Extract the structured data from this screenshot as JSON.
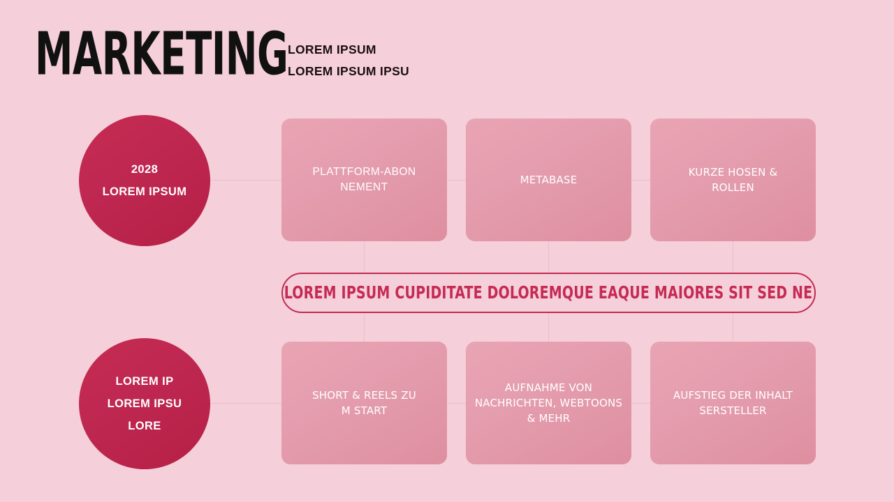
{
  "header": {
    "title": "MARKETING",
    "subtitle_line1": "LOREM IPSUM",
    "subtitle_line2": "LOREM IPSUM IPSU"
  },
  "colors": {
    "background": "#f5cfd9",
    "circle_fill": "#be2750",
    "box_fill": "#e49dae",
    "accent": "#c52a54",
    "connector": "#edbccb",
    "text_light": "#ffffff",
    "title_text": "#111111"
  },
  "circles": [
    {
      "id": "circle-top",
      "lines": [
        "2028",
        "LOREM IPSUM"
      ]
    },
    {
      "id": "circle-bottom",
      "lines": [
        "LOREM IP",
        "LOREM IPSU",
        "LORE"
      ]
    }
  ],
  "top_row": [
    {
      "id": "box-t1",
      "label": "PLATTFORM-ABON\nNEMENT"
    },
    {
      "id": "box-t2",
      "label": "METABASE"
    },
    {
      "id": "box-t3",
      "label": "KURZE HOSEN &\nROLLEN"
    }
  ],
  "bottom_row": [
    {
      "id": "box-b1",
      "label": "SHORT & REELS ZU\nM START"
    },
    {
      "id": "box-b2",
      "label": "AUFNAHME VON\nNACHRICHTEN, WEBTOONS\n& MEHR"
    },
    {
      "id": "box-b3",
      "label": "AUFSTIEG DER INHALT\nSERSTELLER"
    }
  ],
  "banner": {
    "label": "LOREM IPSUM CUPIDITATE DOLOREMQUE EAQUE MAIORES SIT SED NE"
  }
}
